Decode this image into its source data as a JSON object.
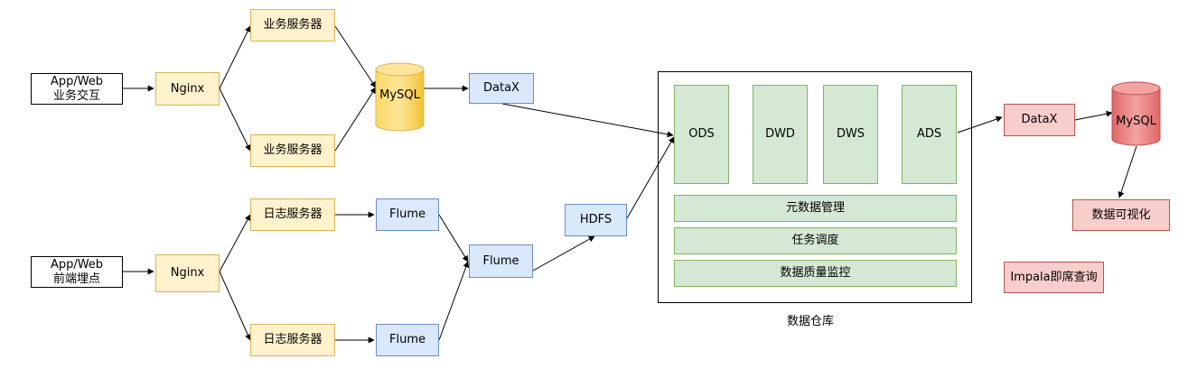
{
  "sources": {
    "top": {
      "line1": "App/Web",
      "line2": "业务交互"
    },
    "bottom": {
      "line1": "App/Web",
      "line2": "前端埋点"
    }
  },
  "nginx": {
    "top": "Nginx",
    "bottom": "Nginx"
  },
  "business_servers": [
    "业务服务器",
    "业务服务器"
  ],
  "log_servers": [
    "日志服务器",
    "日志服务器"
  ],
  "mysql_source": "MySQL",
  "datax_in": "DataX",
  "flume": {
    "first": "Flume",
    "second": "Flume",
    "aggregate": "Flume"
  },
  "hdfs": "HDFS",
  "warehouse": {
    "layers": [
      "ODS",
      "DWD",
      "DWS",
      "ADS"
    ],
    "services": [
      "元数据管理",
      "任务调度",
      "数据质量监控"
    ],
    "caption": "数据仓库"
  },
  "datax_out": "DataX",
  "mysql_target": "MySQL",
  "visualization": "数据可视化",
  "impala": "Impala即席查询",
  "colors": {
    "yellow_fill": "#fff2cc",
    "yellow_stroke": "#d6b656",
    "blue_fill": "#dae8fc",
    "blue_stroke": "#6c8ebf",
    "green_fill": "#d5e8d4",
    "green_stroke": "#82b366",
    "red_fill": "#f8cecc",
    "red_stroke": "#b85450",
    "mysql_yellow": "#ffcd28",
    "mysql_red": "#f15454"
  }
}
